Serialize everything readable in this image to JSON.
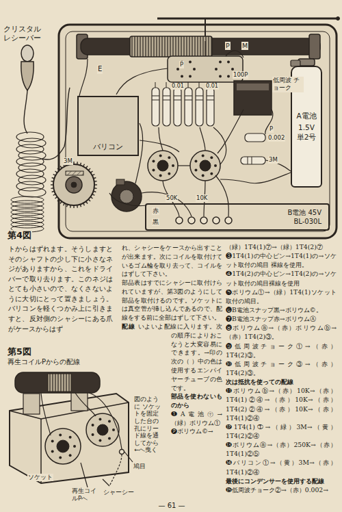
{
  "diagram": {
    "nodes": [
      {
        "text": [
          "バリコン"
        ]
      },
      {
        "text": [
          "A電池",
          "1.5V 単2号"
        ]
      },
      {
        "text": [
          "B電池 45V",
          "BL-030L"
        ]
      }
    ],
    "labels": [
      "クリスタル レシーバー",
      "E",
      "P",
      "M",
      "P",
      "100P",
      "0.01",
      "0.01",
      "低周波 チョーク",
      "P",
      "0.002",
      "3M",
      "3M",
      "10K",
      "50K",
      "赤",
      "黒",
      "第4図",
      "トからはずれます。そうしますとそのシャフトの少し下に小さなネジがありますから、これをドライバーで取り去ります。このネジはとても小さいので、なくさないように大切にとって置きましょう。バリコンを軽くつかみ上に引きますと、反対側のシャシーにある爪がケースからはず",
      "れ、シャシーをケースから出すことが出来ます。次にコイルを取付けているゴム輪を取り去って、コイルをはずして下さい。",
      "部品表はすでにシャシーに取付けられていますが、第3図のようにして部品を取付けるのです。ソケットには真空管が挿し込んであるので、配線をする前に全部はずして下さい。",
      "配線",
      "いよいよ配線に入ります。次の順序によりおこなうと大変容易にできます。→印の次の（ ）中の色は使用するエンパイヤーチューブの色です。",
      "部品を使わないものから",
      "❶A電池㊉→（緑）ボリウム①",
      "❷ボリウム©→",
      "（緑）1T4(1)⑦→（緑）1T4(2)⑦",
      "❸1T4(1)の中心ピン→1T4(1)の→ソケット取付の鳩目 裸線を使用。",
      "❹1T4(2)の中心ピン→1T4(2)の→ソケット取付の鳩目裸線を使用",
      "❺ボリウム①→（緑）1T4(1)ソケット取付の鳩目。",
      "❻B電池スナップ黒→ボリウム©。",
      "❼B電池スナップ赤→ボリウムⒶ",
      "❽ボリウムⓐ→（赤）ボリウムⓑ→（赤）1T4(2)③。",
      "❾低周波チョーク①→（赤）1T4(2)③。",
      "❿低周波チョーク③→（赤）1T4(2)③。",
      "次は抵抗を使っての配線",
      "⓫ボリウムⓑ→（赤）10K→（赤）1T4(1)②④→（赤）10K→（赤）1T4(2)②④→（赤）10K→（赤）1T4(1)②④",
      "⓬1T4(1)①→（緑）3M→（黄）1T4(2)②④",
      "⓭ボリウムⓐ→（赤）250K→（赤）1T4(1)②⑤",
      "⓮バリコン①→（黄）3M→（赤）1T4(1)②④",
      "最後にコンデンサーを使用する配線",
      "⓯低周波チョーク②→（赤）0.002→",
      "第5図",
      "再生コイルPからの配線",
      "図のように ソケットを固定した台の孔にリード線を通してから ←へ曳く",
      "鳩目",
      "ソケット",
      "再生コイルPへ",
      "シャーシー",
      "— 61 —"
    ]
  }
}
